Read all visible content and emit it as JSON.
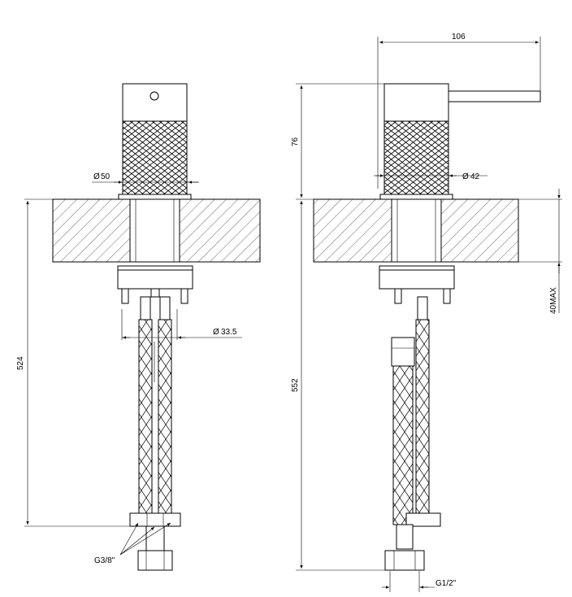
{
  "left_view": {
    "dim_height": "524",
    "dim_body_diameter": "50",
    "dim_hose_spacing": "33.5",
    "thread_label": "G3/8\"",
    "diameter_symbol": "Ø"
  },
  "right_view": {
    "dim_lever_length": "106",
    "dim_top_height": "76",
    "dim_knurl_diameter": "42",
    "dim_total_height": "552",
    "dim_deck_max": "40MAX",
    "thread_label": "G1/2\"",
    "diameter_symbol": "Ø"
  }
}
